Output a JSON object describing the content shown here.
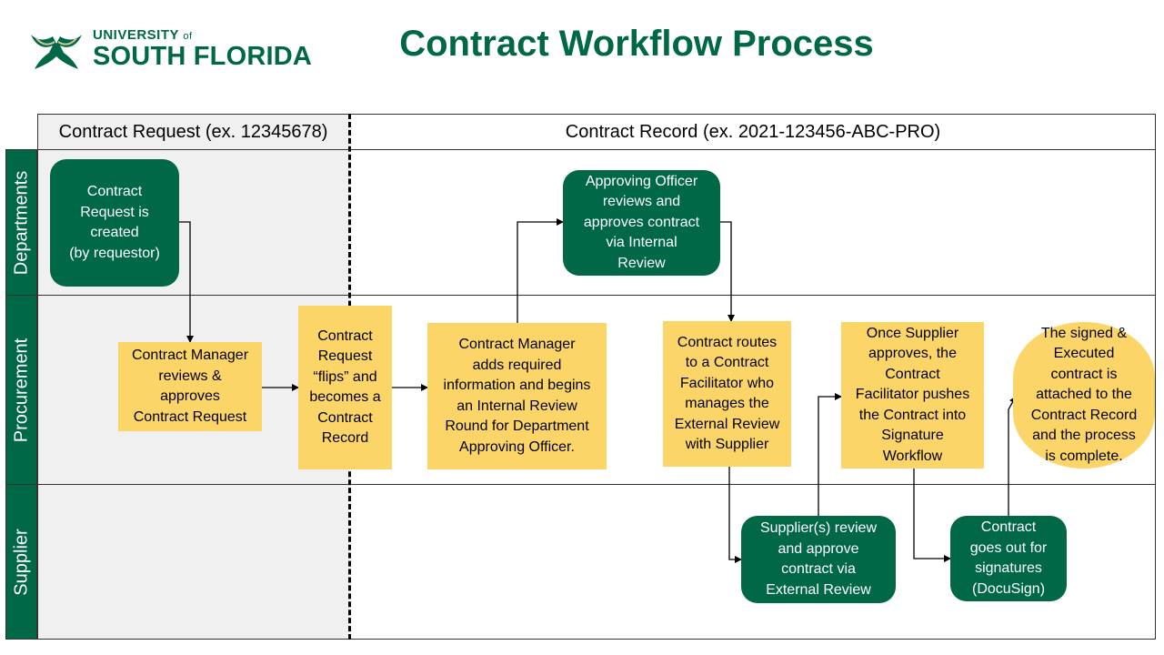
{
  "header": {
    "logo_line1": "UNIVERSITY",
    "logo_of": "of",
    "logo_line2": "SOUTH FLORIDA",
    "title": "Contract Workflow Process"
  },
  "phases": {
    "request": "Contract Request (ex. 12345678)",
    "record": "Contract Record (ex. 2021-123456-ABC-PRO)"
  },
  "lanes": {
    "departments": "Departments",
    "procurement": "Procurement",
    "supplier": "Supplier"
  },
  "steps": {
    "request_created": "Contract\nRequest is\ncreated\n(by requestor)",
    "manager_reviews": "Contract Manager\nreviews &\napproves\nContract Request",
    "request_flips": "Contract\nRequest\n“flips” and\nbecomes a\nContract\nRecord",
    "manager_adds_info": "Contract Manager\nadds required\ninformation and begins\nan Internal Review\nRound for Department\nApproving Officer.",
    "officer_approves": "Approving Officer\nreviews and\napproves contract\nvia Internal\nReview",
    "routes_facilitator": "Contract routes\nto a Contract\nFacilitator who\nmanages the\nExternal Review\nwith Supplier",
    "supplier_review": "Supplier(s) review\nand approve\ncontract via\nExternal Review",
    "facilitator_pushes": "Once Supplier\napproves, the\nContract\nFacilitator pushes\nthe Contract into\nSignature\nWorkflow",
    "out_for_signatures": "Contract\ngoes out for\nsignatures\n(DocuSign)",
    "signed_attached": "The signed &\nExecuted\ncontract is\nattached to the\nContract Record\nand the process\nis complete."
  },
  "colors": {
    "usf_green": "#006747",
    "gold": "#fcd569",
    "phase_shade": "#f0f0f0"
  }
}
